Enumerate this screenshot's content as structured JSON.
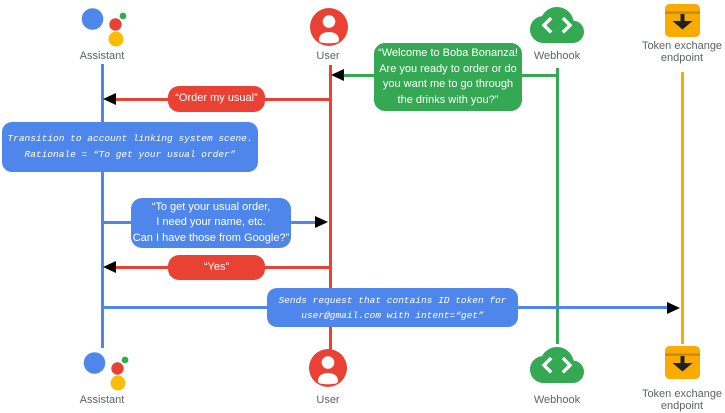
{
  "diagram": {
    "title_hint": "Account linking sequence diagram",
    "actors": {
      "assistant": "Assistant",
      "user": "User",
      "webhook": "Webhook",
      "token_endpoint": "Token exchange\nendpoint"
    },
    "messages": {
      "welcome": "“Welcome to Boba Bonanza!\nAre you ready to order or do\nyou want me to go through\nthe drinks with you?”",
      "order_my_usual": "“Order my usual”",
      "transition_note": "Transition to account linking system scene.\nRationale = “To get your usual order”",
      "get_usual_order": "“To get your usual order,\nI need your name, etc.\nCan I have those from Google?”",
      "yes": "“Yes”",
      "sends_request": "Sends request that contains ID token for\nuser@gmail.com with intent=“get”"
    },
    "colors": {
      "blue": "#4e86ec",
      "red": "#e94235",
      "green": "#34a853",
      "yellow": "#f9ab00",
      "assistant_yellow": "#fbbc04",
      "label_gray": "#5f6368"
    }
  }
}
